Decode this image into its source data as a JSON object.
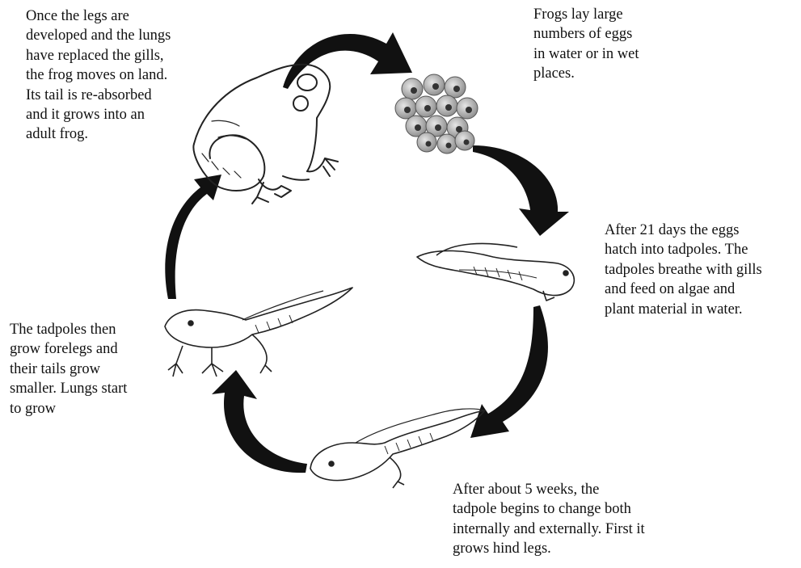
{
  "captions": {
    "adult": "Once the legs are\ndeveloped and the lungs\nhave replaced the gills,\nthe frog moves on land.\nIts tail is re-absorbed\nand it grows into an\nadult frog.",
    "eggs": "Frogs lay large\nnumbers of eggs\nin water or in wet\nplaces.",
    "tadpole": "After 21 days the eggs\nhatch into tadpoles. The\ntadpoles breathe with gills\nand feed on algae and\nplant material in water.",
    "hind_legs": "After about 5 weeks, the\ntadpole begins to change both\ninternally and externally. First it\ngrows hind legs.",
    "forelegs": "The tadpoles then\ngrow forelegs and\ntheir tails grow\nsmaller. Lungs start\nto grow"
  },
  "colors": {
    "arrow": "#111111",
    "outline": "#222222",
    "egg": "#9a9a9a"
  }
}
